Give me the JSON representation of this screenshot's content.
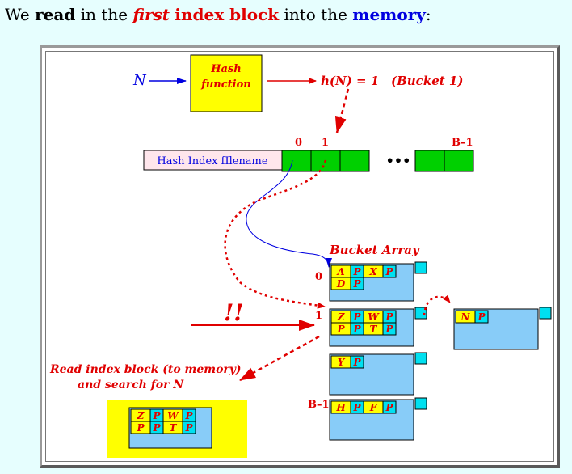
{
  "caption": {
    "part1": "We ",
    "read": "read",
    "part2": " in the ",
    "first": "first",
    "part3": " ",
    "index_block": "index block",
    "part4": " into the ",
    "memory": "memory",
    "part5": ":"
  },
  "diagram": {
    "input_key": "N",
    "hash_function": [
      "Hash",
      "function"
    ],
    "hash_result": "h(N) = 1",
    "bucket_note": "(Bucket 1)",
    "index_file_label": "Hash Index fIlename",
    "index_slot_labels": {
      "first": "0",
      "second": "1",
      "last": "B–1"
    },
    "ellipsis": "•••",
    "bucket_array_title": "Bucket Array",
    "bucket_numbers": {
      "b0": "0",
      "b1": "1",
      "blast": "B–1"
    },
    "bucket_0": [
      [
        "A",
        "P",
        "X",
        "P"
      ],
      [
        "D",
        "P"
      ]
    ],
    "bucket_1": [
      [
        "Z",
        "P",
        "W",
        "P"
      ],
      [
        "P",
        "P",
        "T",
        "P"
      ]
    ],
    "bucket_2": [
      [
        "Y",
        "P"
      ]
    ],
    "bucket_last": [
      [
        "H",
        "P",
        "F",
        "P"
      ]
    ],
    "overflow_block": [
      [
        "N",
        "P"
      ]
    ],
    "memory_block": [
      [
        "Z",
        "P",
        "W",
        "P"
      ],
      [
        "P",
        "P",
        "T",
        "P"
      ]
    ],
    "exclaim": "!!",
    "read_note": [
      "Read index block (to memory)",
      "and search for N"
    ]
  },
  "colors": {
    "background": "#e6fefe",
    "red": "#e00000",
    "blue": "#0000e0",
    "green": "#00d000",
    "yellow": "#ffff00",
    "bucket_blue": "#88ccf8",
    "cell_cyan": "#00e0f0",
    "index_label_bg": "#ffe6ec"
  }
}
